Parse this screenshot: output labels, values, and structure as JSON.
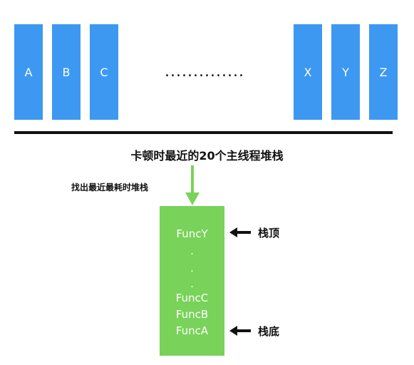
{
  "colors": {
    "bar": "#3d98f2",
    "stack": "#79d25a",
    "text": "#111111"
  },
  "bars": [
    "A",
    "B",
    "C",
    "X",
    "Y",
    "Z"
  ],
  "ellipsis": "..............",
  "caption_main": "卡顿时最近的20个主线程堆栈",
  "caption_side": "找出最近最耗时堆栈",
  "stack_items": [
    "FuncY",
    ".",
    ".",
    ".",
    "FuncC",
    "FuncB",
    "FuncA"
  ],
  "labels": {
    "top": "栈顶",
    "bottom": "栈底"
  }
}
